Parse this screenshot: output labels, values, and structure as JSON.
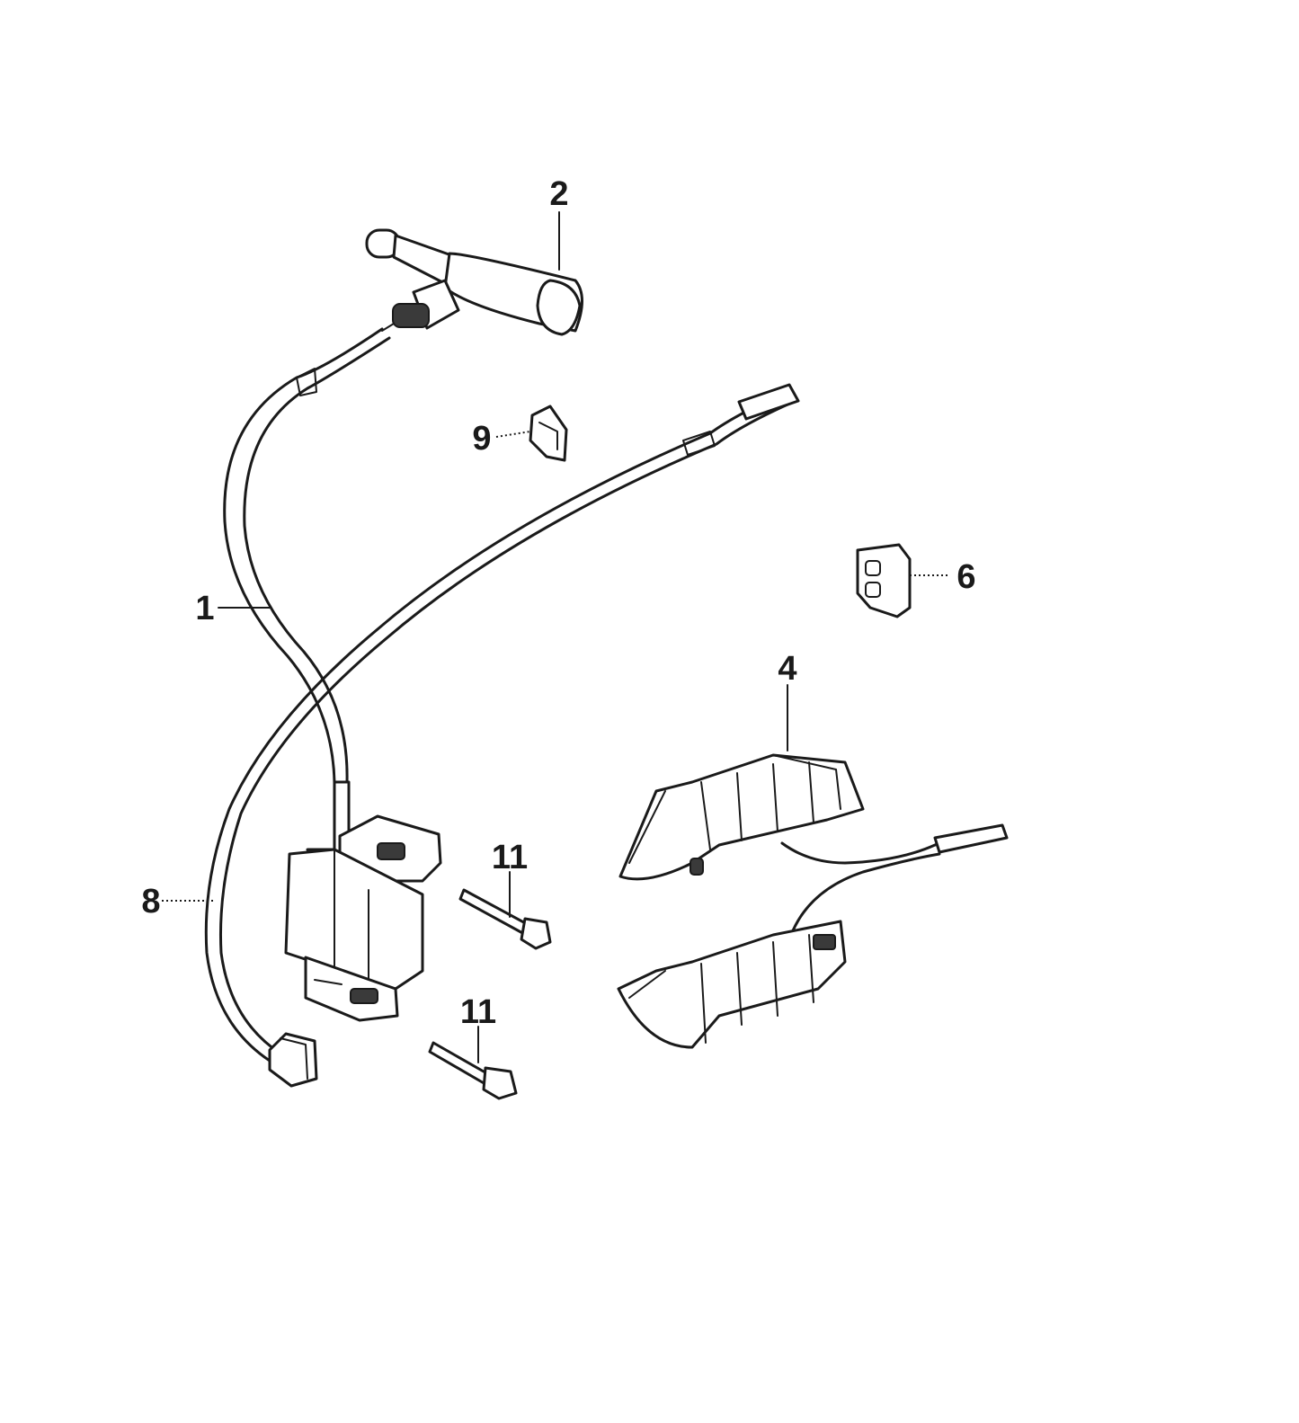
{
  "callouts": {
    "ignition_coil": "1",
    "plug_cap": "2",
    "charge_coil": "4",
    "connector_right": "6",
    "ground_wire": "8",
    "clip": "9",
    "bolt_upper": "11",
    "bolt_lower": "11"
  },
  "colors": {
    "ink": "#1a1a1a",
    "background": "#ffffff"
  }
}
